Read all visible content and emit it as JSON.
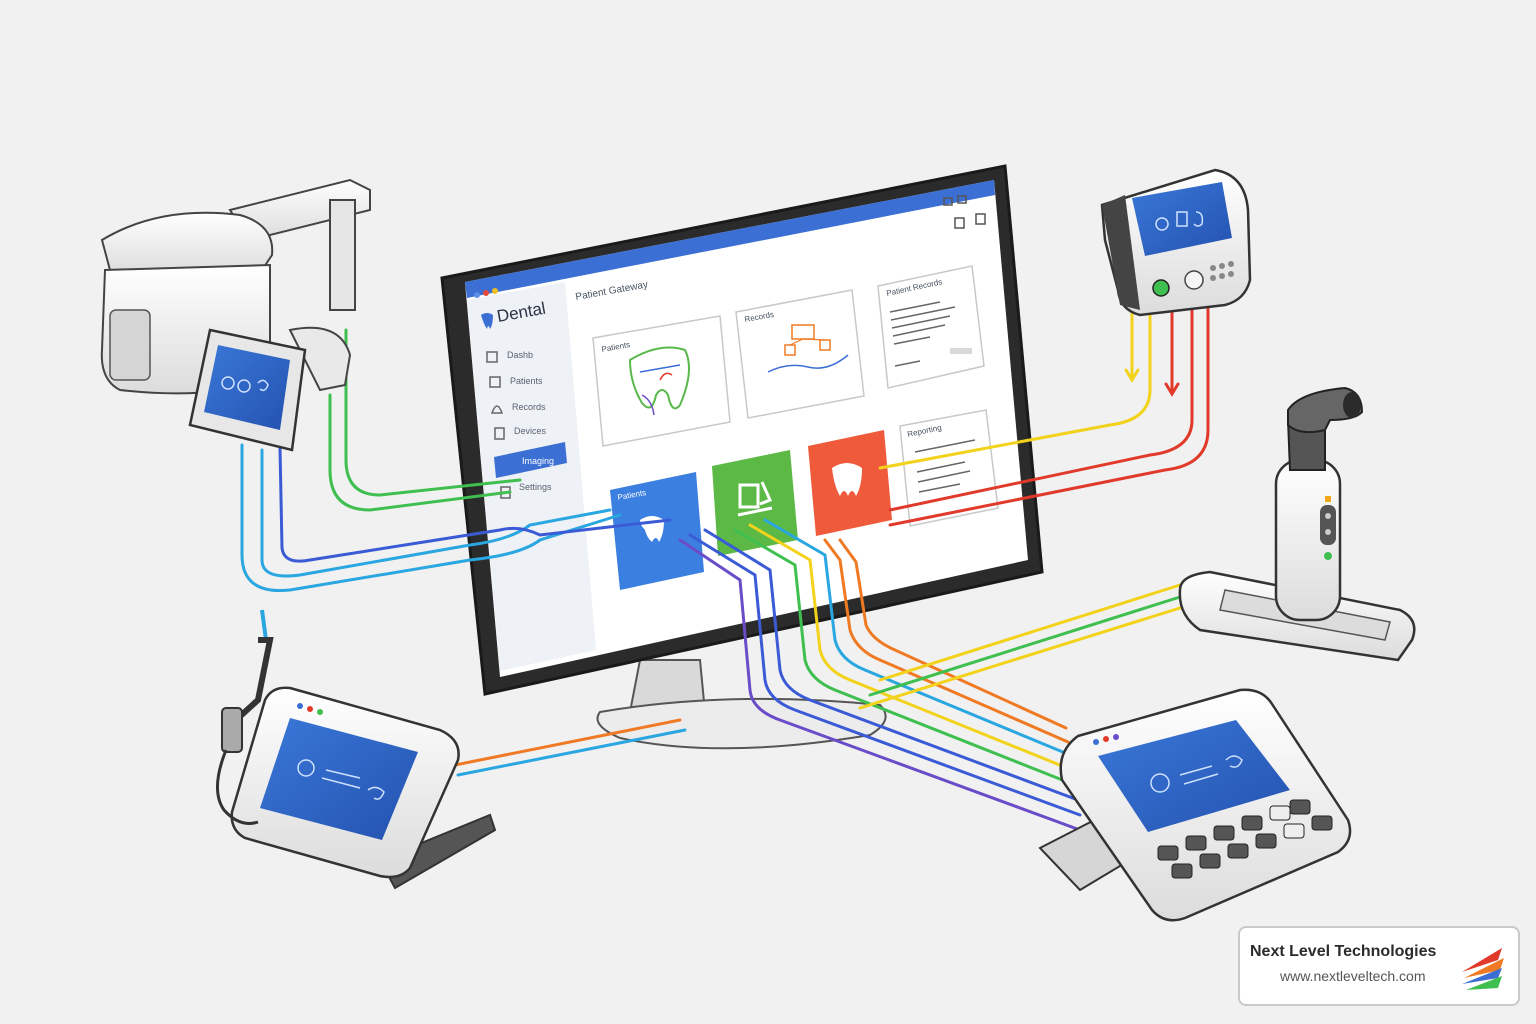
{
  "app": {
    "title": "Dental",
    "header": "Patient Gateway"
  },
  "sidebar": {
    "items": [
      {
        "label": "Dashb",
        "icon": "dashboard-icon"
      },
      {
        "label": "Patients",
        "icon": "calendar-icon"
      },
      {
        "label": "Records",
        "icon": "bell-icon"
      },
      {
        "label": "Devices",
        "icon": "document-icon"
      },
      {
        "label": "Imaging",
        "icon": "imaging-icon",
        "active": true
      },
      {
        "label": "Settings",
        "icon": "clipboard-icon"
      }
    ]
  },
  "cards": [
    {
      "label": "Patients",
      "icon": "tooth-diagram-icon"
    },
    {
      "label": "Records",
      "icon": "flowchart-icon"
    },
    {
      "label": "Patient Records",
      "icon": "document-lines-icon"
    },
    {
      "label": "Reporting",
      "icon": "list-icon"
    }
  ],
  "tiles": [
    {
      "label": "Patients",
      "color": "#3b7fe0",
      "icon": "tooth-icon"
    },
    {
      "label": "",
      "color": "#5cb946",
      "icon": "document-code-icon"
    },
    {
      "label": "",
      "color": "#ee5a3a",
      "icon": "tooth-icon"
    }
  ],
  "devices": [
    {
      "name": "xray-unit",
      "icon": "xray-machine-icon"
    },
    {
      "name": "monitor-top-right",
      "icon": "patient-monitor-icon"
    },
    {
      "name": "intraoral-scanner",
      "icon": "scanner-icon"
    },
    {
      "name": "dental-handpiece-console",
      "icon": "handpiece-icon"
    },
    {
      "name": "control-keypad",
      "icon": "keypad-icon"
    }
  ],
  "cable_colors": [
    "#3b5bd6",
    "#2aa6e0",
    "#3fbf4f",
    "#f2d21b",
    "#f07a24",
    "#e23a2a",
    "#6a4cc8"
  ],
  "brand": {
    "name": "Next Level Technologies",
    "url": "www.nextleveltech.com"
  }
}
